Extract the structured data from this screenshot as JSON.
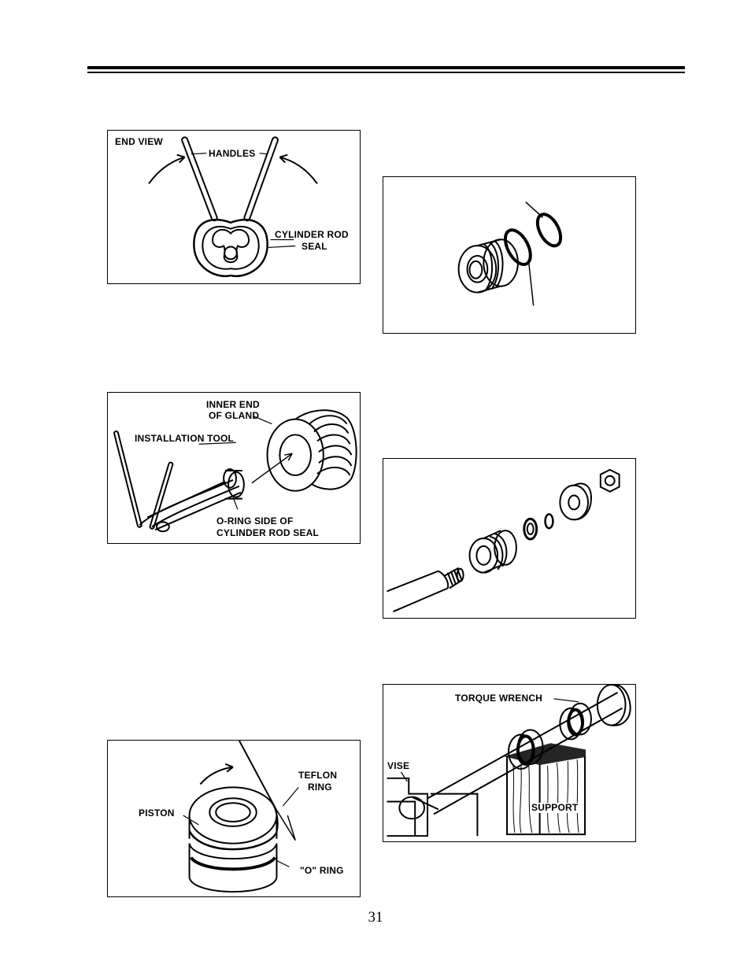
{
  "figures": {
    "end_view": {
      "end_view_label": "END VIEW",
      "handles_label": "HANDLES",
      "seal_label_line1": "CYLINDER ROD",
      "seal_label_line2": "SEAL"
    },
    "gland_rings": {},
    "installation": {
      "inner_end_line1": "INNER END",
      "inner_end_line2": "OF GLAND",
      "tool_label": "INSTALLATION TOOL",
      "oring_side_line1": "O-RING SIDE OF",
      "oring_side_line2": "CYLINDER ROD SEAL"
    },
    "rod_assembly": {},
    "piston": {
      "teflon_line1": "TEFLON",
      "teflon_line2": "RING",
      "piston_label": "PISTON",
      "oring_label": "\"O\" RING"
    },
    "torque": {
      "torque_wrench_label": "TORQUE WRENCH",
      "vise_label": "VISE",
      "support_label": "SUPPORT"
    }
  },
  "page_number": "31"
}
